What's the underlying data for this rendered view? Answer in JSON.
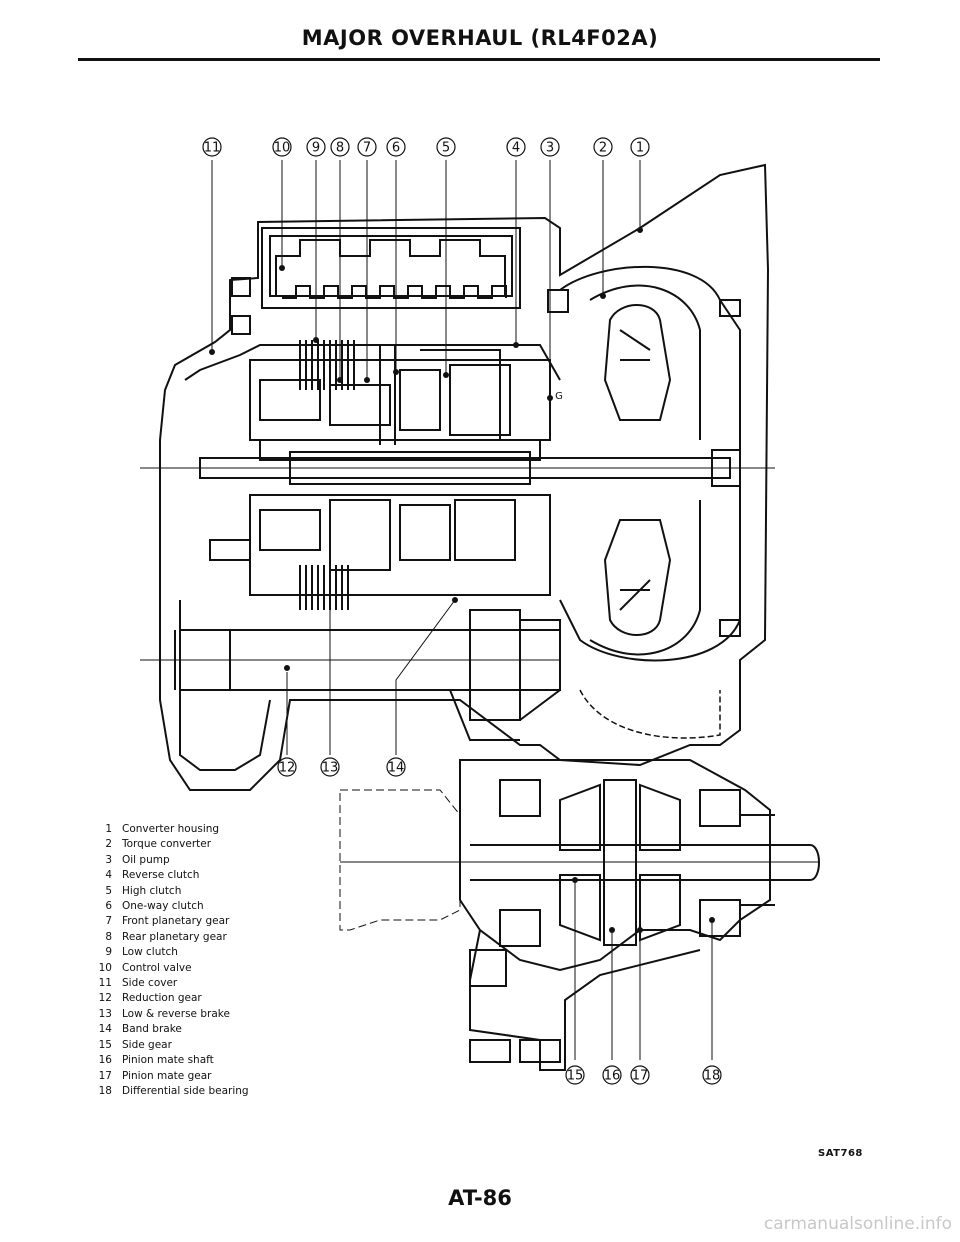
{
  "header": {
    "title": "MAJOR OVERHAUL (RL4F02A)"
  },
  "diagram": {
    "callouts_top": [
      "11",
      "10",
      "9",
      "8",
      "7",
      "6",
      "5",
      "4",
      "3",
      "2",
      "1"
    ],
    "callouts_mid": [
      "12",
      "13",
      "14"
    ],
    "callouts_bottom": [
      "15",
      "16",
      "17",
      "18"
    ],
    "callout_g": "G"
  },
  "legend": [
    {
      "num": "1",
      "label": "Converter housing"
    },
    {
      "num": "2",
      "label": "Torque converter"
    },
    {
      "num": "3",
      "label": "Oil pump"
    },
    {
      "num": "4",
      "label": "Reverse clutch"
    },
    {
      "num": "5",
      "label": "High clutch"
    },
    {
      "num": "6",
      "label": "One-way clutch"
    },
    {
      "num": "7",
      "label": "Front planetary gear"
    },
    {
      "num": "8",
      "label": "Rear planetary gear"
    },
    {
      "num": "9",
      "label": "Low clutch"
    },
    {
      "num": "10",
      "label": "Control valve"
    },
    {
      "num": "11",
      "label": "Side cover"
    },
    {
      "num": "12",
      "label": "Reduction gear"
    },
    {
      "num": "13",
      "label": "Low & reverse brake"
    },
    {
      "num": "14",
      "label": "Band brake"
    },
    {
      "num": "15",
      "label": "Side gear"
    },
    {
      "num": "16",
      "label": "Pinion mate shaft"
    },
    {
      "num": "17",
      "label": "Pinion mate gear"
    },
    {
      "num": "18",
      "label": "Differential side bearing"
    }
  ],
  "figure_code": "SAT768",
  "footer": {
    "page_number": "AT-86"
  },
  "watermark": "carmanualsonline.info"
}
